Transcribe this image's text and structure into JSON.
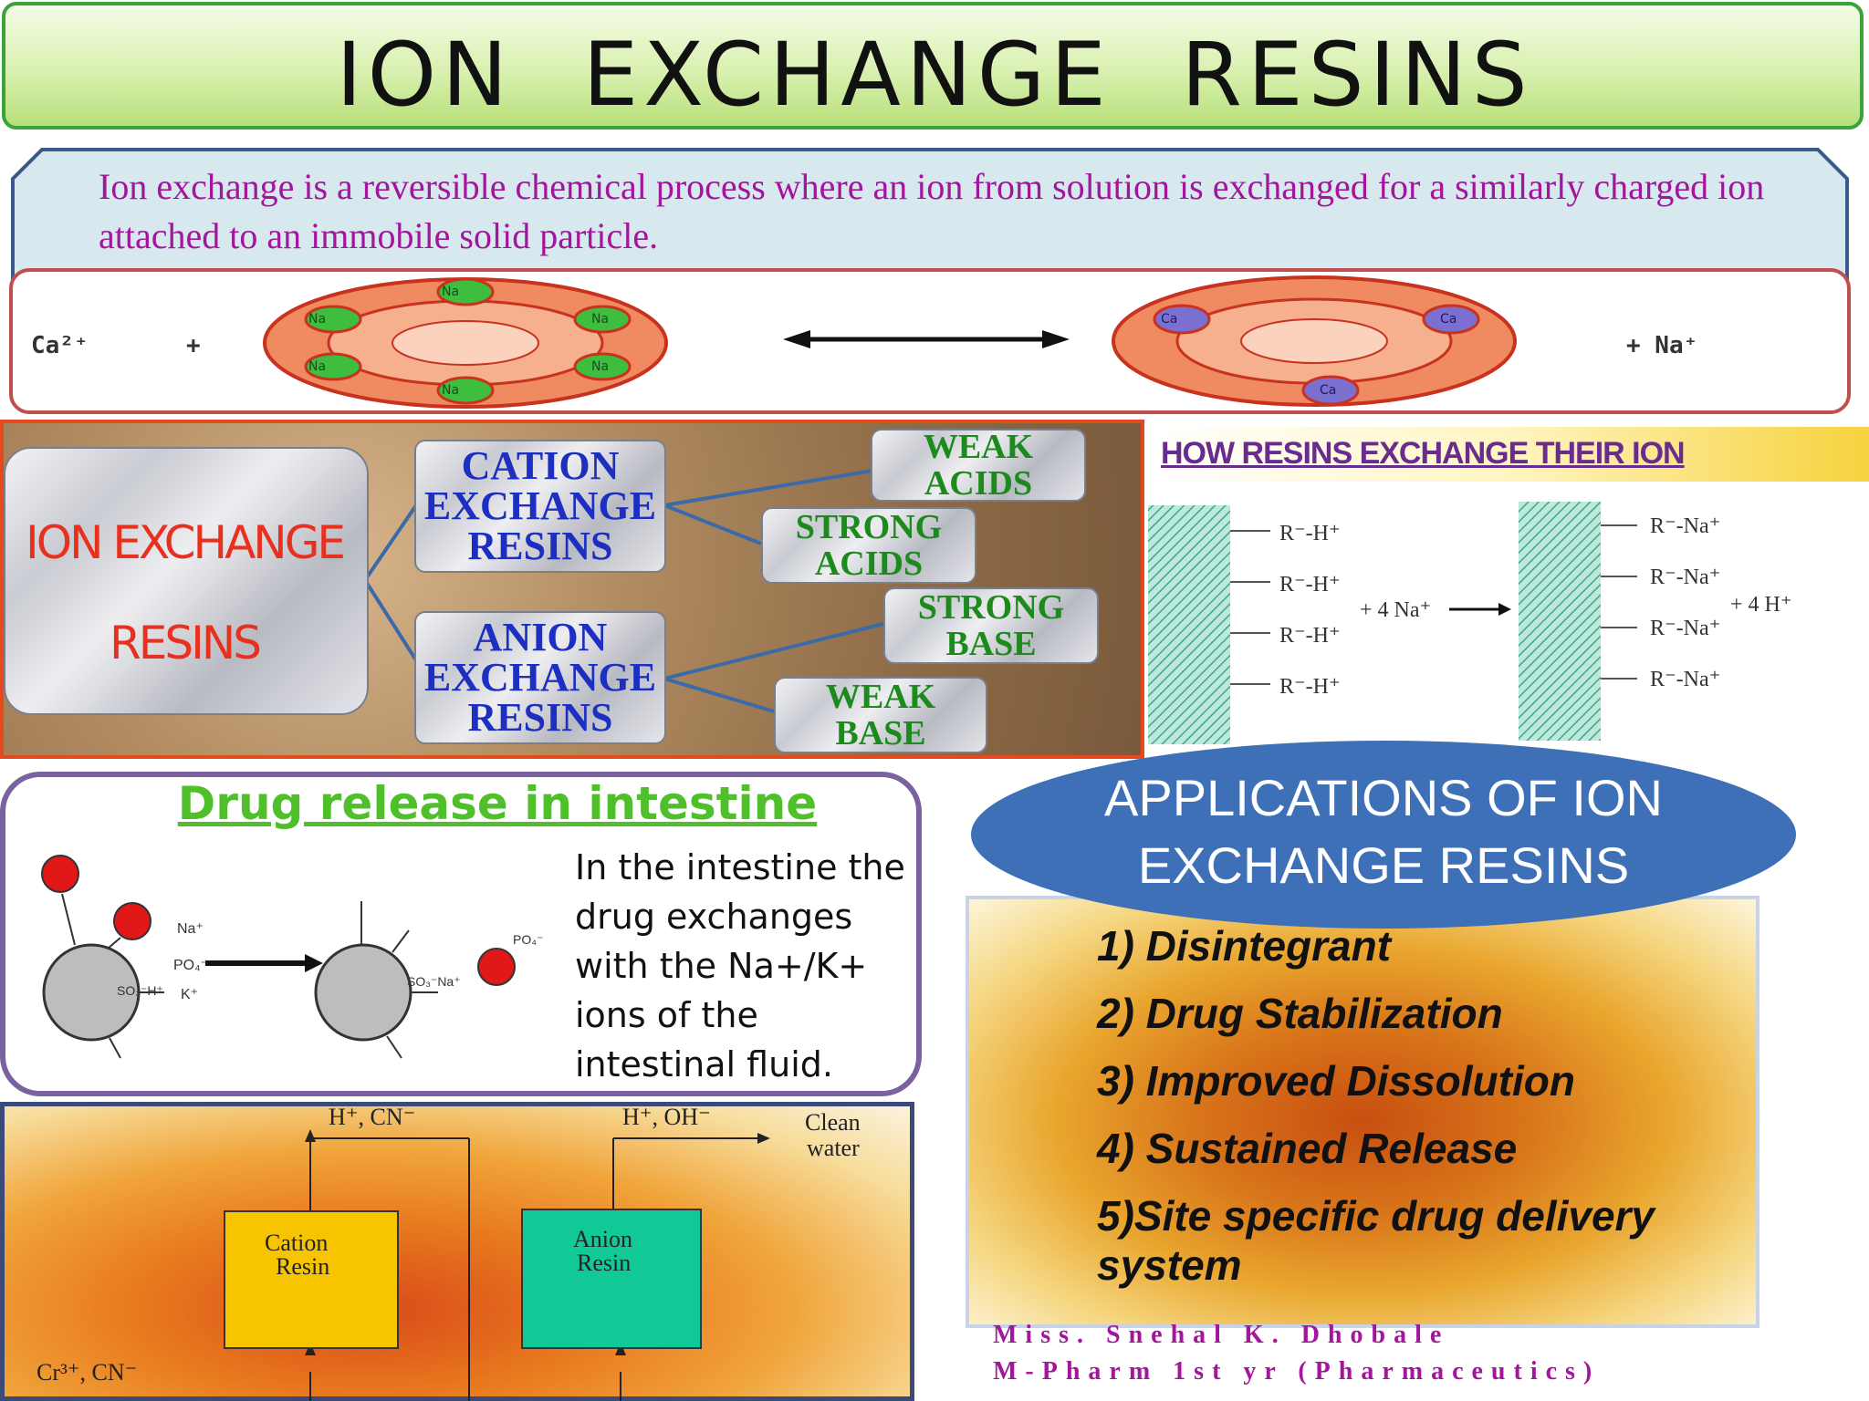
{
  "title": "ION   EXCHANGE   RESINS",
  "definition": "Ion exchange is a reversible chemical process where an ion from solution is exchanged for a similarly charged ion attached to an immobile solid particle.",
  "zeolite": {
    "left_ion": "Ca²⁺",
    "plus": "+",
    "right_ion": "+ Na⁺",
    "na": "Na",
    "ca": "Ca"
  },
  "classification": {
    "root_line1": "ION EXCHANGE",
    "root_line2": "RESINS",
    "cation": "CATION\nEXCHANGE\nRESINS",
    "anion": "ANION\nEXCHANGE\nRESINS",
    "weak_acids": "WEAK\nACIDS",
    "strong_acids": "STRONG\nACIDS",
    "strong_base": "STRONG\nBASE",
    "weak_base": "WEAK\nBASE"
  },
  "how_resins": {
    "title": "HOW RESINS EXCHANGE THEIR ION",
    "left_group": "R⁻-H⁺",
    "reagent": "+ 4 Na⁺",
    "right_group": "R⁻-Na⁺",
    "product": "+ 4 H⁺"
  },
  "drug_release": {
    "title": "Drug release in intestine",
    "text": "In the intestine the drug exchanges with the Na+/K+ ions of the intestinal fluid.",
    "labels": {
      "na": "Na⁺",
      "po": "PO₄⁻",
      "k": "K⁺",
      "so3h": "SO₃⁻H⁺",
      "so3na": "SO₃⁻Na⁺",
      "po_drug": "PO₄⁻"
    }
  },
  "water_treatment": {
    "h_cn": "H⁺, CN⁻",
    "h_oh": "H⁺, OH⁻",
    "clean": "Clean",
    "water": "water",
    "cation_resin_1": "Cation",
    "cation_resin_2": "Resin",
    "anion_resin_1": "Anion",
    "anion_resin_2": "Resin",
    "input": "Cr³⁺, CN⁻"
  },
  "applications": {
    "title_line1": "APPLICATIONS OF ION",
    "title_line2": "EXCHANGE RESINS",
    "items": [
      "1) Disintegrant",
      "2) Drug Stabilization",
      "3) Improved Dissolution",
      "4) Sustained Release",
      "5)Site specific drug delivery",
      "system"
    ]
  },
  "author": {
    "name": "Miss. Snehal K. Dhobale",
    "course": "M-Pharm  1st  yr (Pharmaceutics)"
  },
  "colors": {
    "title_bg": "#c6e88e",
    "definition_text": "#a3169c",
    "cation_text": "#1c2fc0",
    "acid_base_text": "#1c8a1c",
    "root_text": "#e8301e",
    "applications_ellipse": "#3e70b8"
  }
}
